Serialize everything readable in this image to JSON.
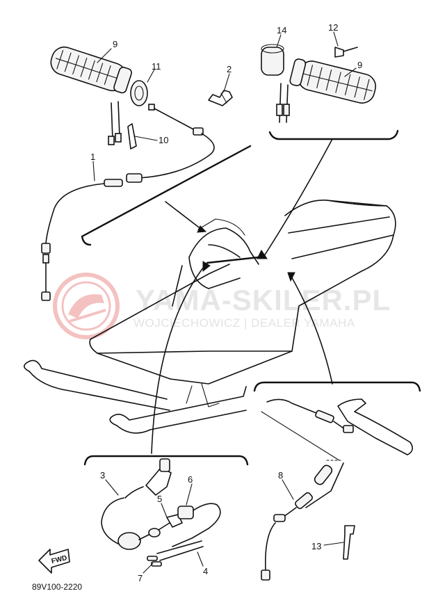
{
  "watermark": {
    "title": "YAMA-SKILER.PL",
    "subtitle": "WOJCIECHOWICZ | DEALER YAMAHA",
    "logo_color": "#e05050"
  },
  "diagram_code": "89V100-2220",
  "fwd_label": "FWD",
  "callouts": [
    "9",
    "11",
    "2",
    "14",
    "12",
    "9",
    "10",
    "1",
    "3",
    "6",
    "5",
    "7",
    "4",
    "8",
    "13"
  ]
}
